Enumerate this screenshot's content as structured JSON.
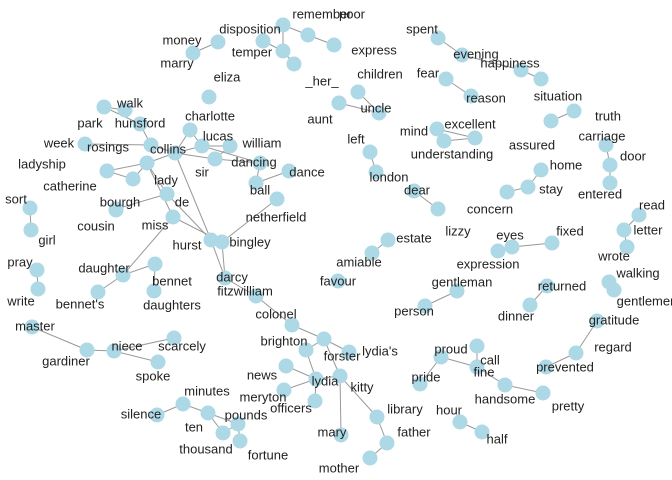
{
  "colors": {
    "node": "#add8e6",
    "edge": "#999999",
    "label": "#222222",
    "background": "#ffffff"
  },
  "nodes": {
    "remember": "remember",
    "poor": "poor",
    "disposition": "disposition",
    "spent": "spent",
    "money": "money",
    "temper": "temper",
    "express": "express",
    "evening": "evening",
    "marry": "marry",
    "happiness": "happiness",
    "eliza": "eliza",
    "children": "children",
    "fear": "fear",
    "walk": "walk",
    "her": "_her_",
    "situation": "situation",
    "park": "park",
    "hunsford": "hunsford",
    "charlotte": "charlotte",
    "uncle": "uncle",
    "reason": "reason",
    "truth": "truth",
    "aunt": "aunt",
    "excellent": "excellent",
    "rosings": "rosings",
    "week": "week",
    "lucas": "lucas",
    "william": "william",
    "left": "left",
    "mind": "mind",
    "assured": "assured",
    "carriage": "carriage",
    "collins": "collins",
    "ladyship": "ladyship",
    "understanding": "understanding",
    "door": "door",
    "sir": "sir",
    "dancing": "dancing",
    "home": "home",
    "lady": "lady",
    "dance": "dance",
    "london": "london",
    "catherine": "catherine",
    "ball": "ball",
    "stay": "stay",
    "entered": "entered",
    "dear": "dear",
    "de": "de",
    "bourgh": "bourgh",
    "sort": "sort",
    "concern": "concern",
    "read": "read",
    "netherfield": "netherfield",
    "cousin": "cousin",
    "miss": "miss",
    "girl": "girl",
    "lizzy": "lizzy",
    "fixed": "fixed",
    "eyes": "eyes",
    "estate": "estate",
    "letter": "letter",
    "hurst": "hurst",
    "bingley": "bingley",
    "pray": "pray",
    "expression": "expression",
    "amiable": "amiable",
    "wrote": "wrote",
    "daughter": "daughter",
    "walking": "walking",
    "bennet": "bennet",
    "darcy": "darcy",
    "write": "write",
    "gentleman": "gentleman",
    "favour": "favour",
    "gentlemen": "gentlemen",
    "returned": "returned",
    "bennets": "bennet's",
    "daughters": "daughters",
    "fitzwilliam": "fitzwilliam",
    "person": "person",
    "dinner": "dinner",
    "gratitude": "gratitude",
    "master": "master",
    "colonel": "colonel",
    "regard": "regard",
    "niece": "niece",
    "scarcely": "scarcely",
    "forster": "forster",
    "call": "call",
    "brighton": "brighton",
    "lydias": "lydia's",
    "gardiner": "gardiner",
    "proud": "proud",
    "prevented": "prevented",
    "spoke": "spoke",
    "news": "news",
    "pride": "pride",
    "fine": "fine",
    "minutes": "minutes",
    "kitty": "kitty",
    "lydia": "lydia",
    "handsome": "handsome",
    "meryton": "meryton",
    "pretty": "pretty",
    "silence": "silence",
    "pounds": "pounds",
    "officers": "officers",
    "library": "library",
    "hour": "hour",
    "ten": "ten",
    "father": "father",
    "mary": "mary",
    "half": "half",
    "thousand": "thousand",
    "fortune": "fortune",
    "mother": "mother"
  }
}
